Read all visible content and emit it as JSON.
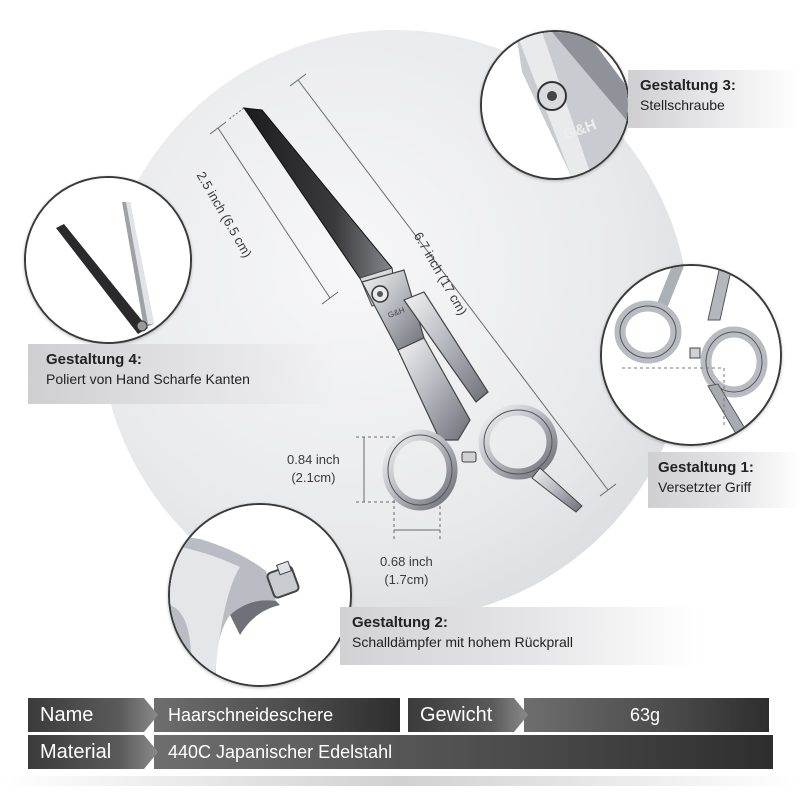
{
  "dimensions": {
    "blade_length": "2.5 inch (6.5 cm)",
    "total_length": "6.7 inch (17 cm)",
    "ring_height_inch": "0.84 inch",
    "ring_height_cm": "(2.1cm)",
    "ring_width_inch": "0.68 inch",
    "ring_width_cm": "(1.7cm)"
  },
  "features": {
    "f1": {
      "title": "Gestaltung 1:",
      "text": "Versetzter Griff"
    },
    "f2": {
      "title": "Gestaltung 2:",
      "text": "Schalldämpfer mit hohem Rückprall"
    },
    "f3": {
      "title": "Gestaltung 3:",
      "text": "Stellschraube"
    },
    "f4": {
      "title": "Gestaltung 4:",
      "text": "Poliert von Hand Scharfe Kanten"
    }
  },
  "specs": {
    "name_label": "Name",
    "name_value": "Haarschneideschere",
    "weight_label": "Gewicht",
    "weight_value": "63g",
    "material_label": "Material",
    "material_value": "440C Japanischer Edelstahl"
  },
  "colors": {
    "blade_dark": "#2b2b2e",
    "steel": "#c9ccd1",
    "spec_bar": "#3b3b3b"
  }
}
